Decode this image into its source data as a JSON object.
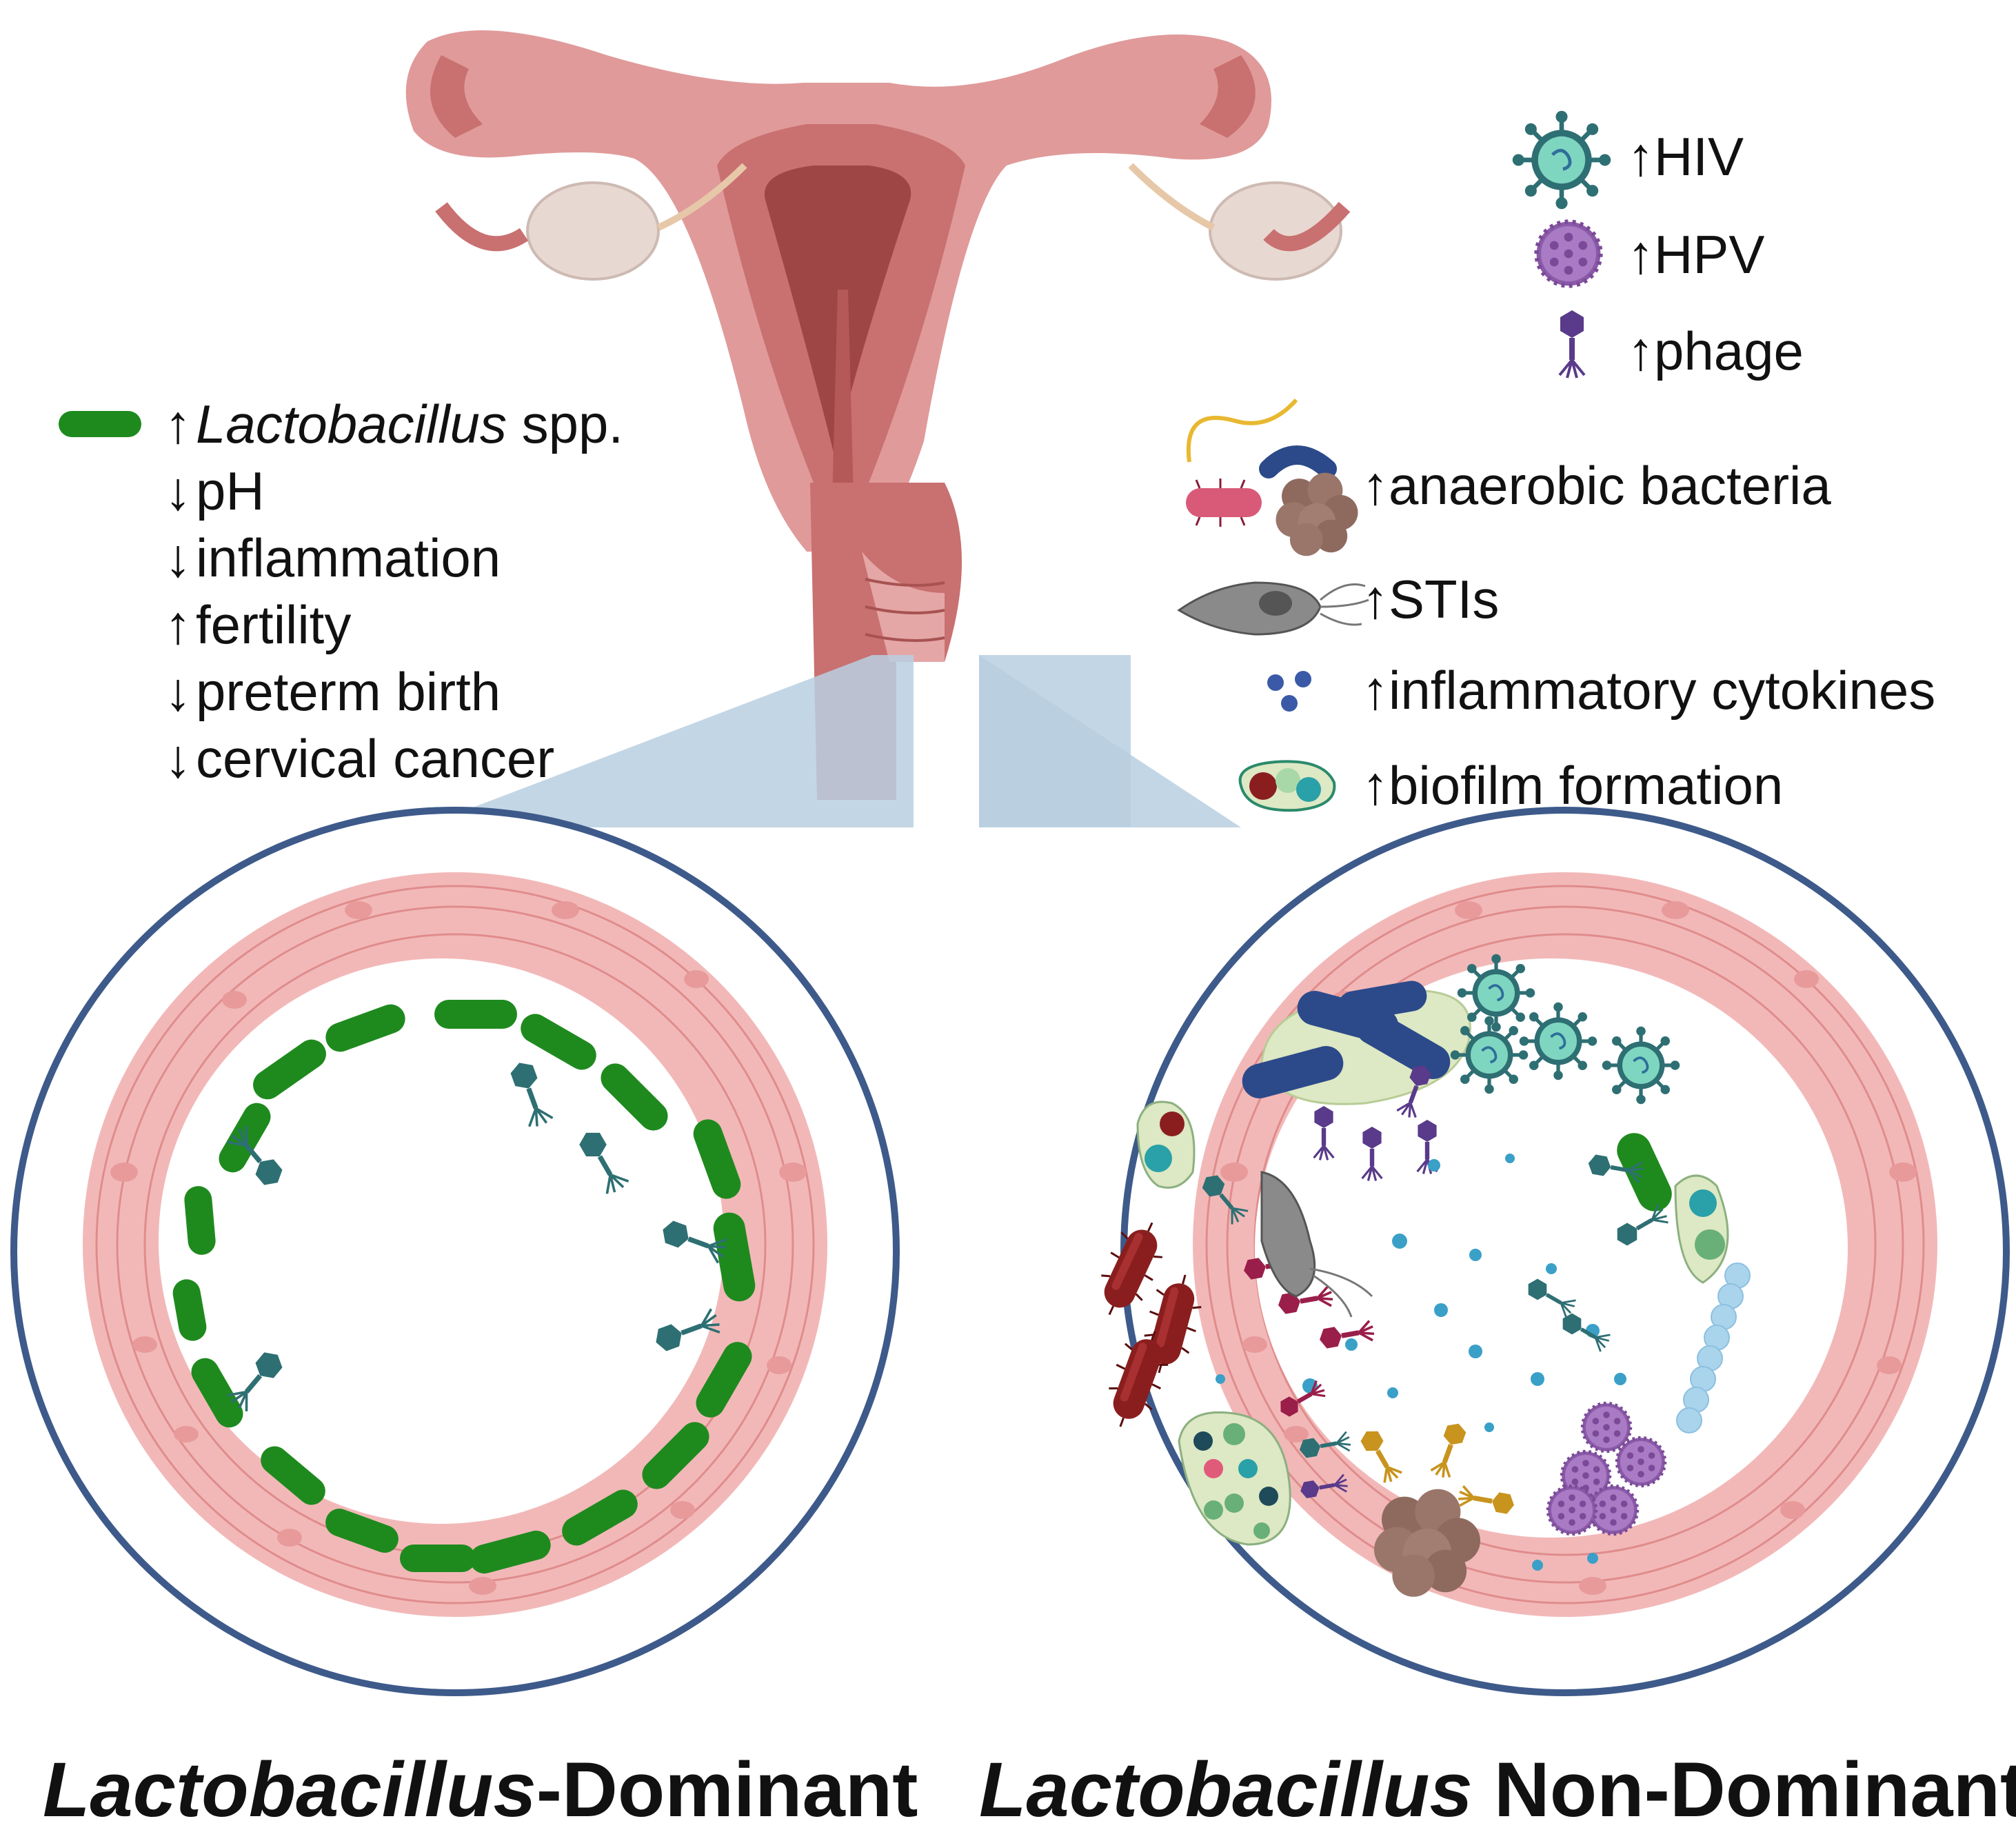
{
  "left_legend": [
    {
      "arrow": "↑",
      "term_italic": "Lactobacillus",
      "term": " spp."
    },
    {
      "arrow": "↓",
      "term": "pH"
    },
    {
      "arrow": "↓",
      "term": "inflammation"
    },
    {
      "arrow": "↑",
      "term": "fertility"
    },
    {
      "arrow": "↓",
      "term": "preterm birth"
    },
    {
      "arrow": "↓",
      "term": "cervical cancer"
    }
  ],
  "viruses": [
    {
      "arrow": "↑",
      "term": "HIV",
      "icon": "hiv-virus-icon"
    },
    {
      "arrow": "↑",
      "term": "HPV",
      "icon": "hpv-virus-icon"
    },
    {
      "arrow": "↑",
      "term": "phage",
      "icon": "phage-icon"
    }
  ],
  "features": [
    {
      "arrow": "↑",
      "term": "anaerobic bacteria",
      "icon": "anaerobic-bacteria-icon"
    },
    {
      "arrow": "↑",
      "term": "STIs",
      "icon": "trichomonas-icon"
    },
    {
      "arrow": "↑",
      "term": "inflammatory cytokines",
      "icon": "cytokine-icon"
    },
    {
      "arrow": "↑",
      "term": "biofilm formation",
      "icon": "biofilm-icon"
    }
  ],
  "captions": {
    "left_italic": "Lactobacillus",
    "left_rest": "-Dominant",
    "right_italic": "Lactobacillus",
    "right_rest": " Non-Dominant"
  },
  "colors": {
    "lactobacillus": "#1e8a1e",
    "tissue": "#f2b8b8",
    "uterus": "#c96e6e",
    "circle_border": "#3d5a8a",
    "zoom_cone": "#b9cfe0",
    "hiv": "#2e7c80",
    "hpv": "#8a5aa8",
    "phage": "#5a3a8a",
    "anaerobe_blue": "#2c4a8a",
    "anaerobe_red": "#8a1e1e",
    "cytokine": "#3aa0c8"
  }
}
